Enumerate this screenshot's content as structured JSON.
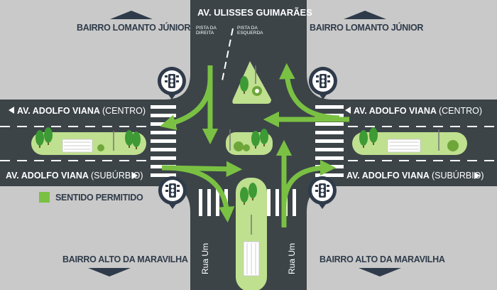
{
  "labels": {
    "ulisses": "AV. ULISSES GUIMARÃES",
    "lomanto_left": "BAIRRO LOMANTO JÚNIOR",
    "lomanto_right": "BAIRRO LOMANTO JÚNIOR",
    "pista_direita": "PISTA DA DIREITA",
    "pista_esquerda": "PISTA DA ESQUERDA",
    "adolfo_centro_left_main": "AV. ADOLFO VIANA",
    "adolfo_centro_left_sub": "(CENTRO)",
    "adolfo_centro_right_main": "AV. ADOLFO VIANA",
    "adolfo_centro_right_sub": "(CENTRO)",
    "adolfo_suburbio_left_main": "AV. ADOLFO VIANA",
    "adolfo_suburbio_left_sub": "(SUBÚRBIO)",
    "adolfo_suburbio_right_main": "AV. ADOLFO VIANA",
    "adolfo_suburbio_right_sub": "(SUBÚRBIO)",
    "legend": "SENTIDO PERMITIDO",
    "rua_um_left": "Rua Um",
    "rua_um_right": "Rua Um",
    "maravilha_left": "BAIRRO ALTO DA MARAVILHA",
    "maravilha_right": "BAIRRO ALTO DA MARAVILHA"
  },
  "colors": {
    "background": "#c9c9c9",
    "road": "#3c4448",
    "arrow": "#7ac143",
    "island": "#bfe08f",
    "tree": "#3d9a35",
    "text_dark": "#2f3b4a",
    "signal_pin": "#2f3b4a"
  },
  "icons": [
    "traffic-light-icon",
    "up-chevron-icon",
    "down-chevron-icon",
    "left-triangle-icon",
    "right-triangle-icon",
    "tree-icon",
    "bench-icon",
    "lamp-icon"
  ]
}
